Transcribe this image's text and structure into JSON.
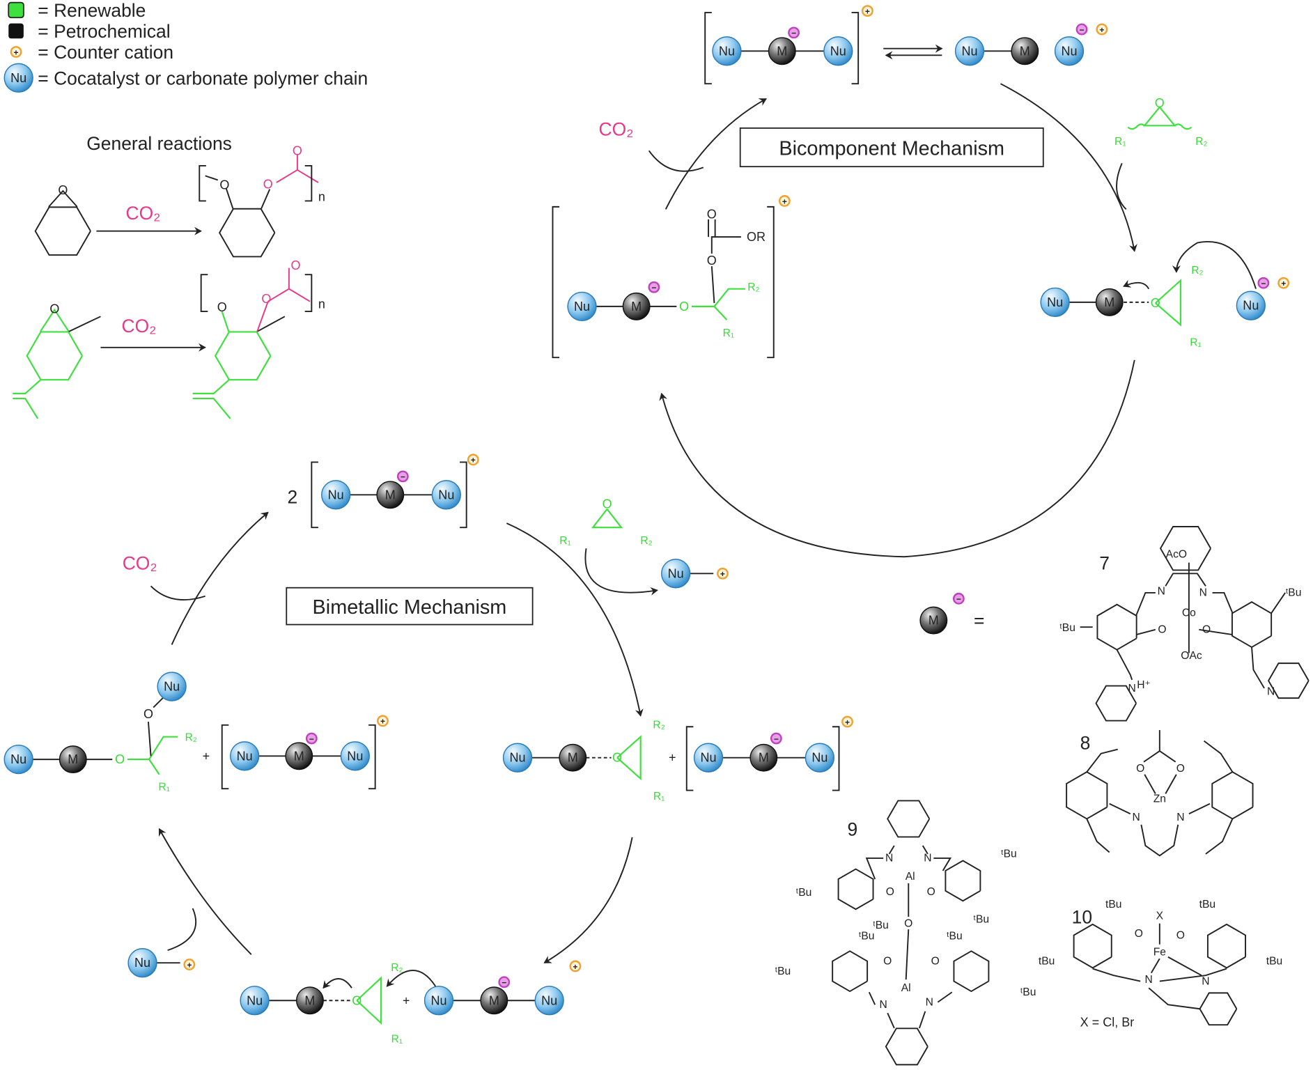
{
  "legend": {
    "renewable": "= Renewable",
    "petrochemical": "= Petrochemical",
    "counter_cation": "= Counter cation",
    "cocatalyst": "= Cocatalyst or carbonate polymer chain"
  },
  "colors": {
    "renewable": "#3ee03e",
    "petrochemical": "#111111",
    "counter_cation": "#f0a030",
    "anion_charge": "#c040c0",
    "co2_label": "#e8388a",
    "nu_ball": "#3a9ad9",
    "m_ball": "#222222"
  },
  "labels": {
    "nu": "Nu",
    "m": "M",
    "plus": "+",
    "minus": "−",
    "co2": "CO₂",
    "r1": "R₁",
    "r2": "R₂",
    "o": "O",
    "or": "OR",
    "n": "n",
    "two": "2",
    "equals": "="
  },
  "general_reactions": {
    "title": "General reactions"
  },
  "bicomponent": {
    "title": "Bicomponent Mechanism"
  },
  "bimetallic": {
    "title": "Bimetallic Mechanism"
  },
  "compounds": {
    "c7": {
      "number": "7",
      "atoms": [
        "AcO",
        "N",
        "N",
        "Co",
        "O",
        "O",
        "OAc",
        "ᵗBu",
        "ᵗBu",
        "N",
        "H⁺",
        "N"
      ]
    },
    "c8": {
      "number": "8",
      "atoms": [
        "O",
        "O",
        "Zn",
        "N",
        "N"
      ]
    },
    "c9": {
      "number": "9",
      "atoms": [
        "N",
        "N",
        "Al",
        "O",
        "O",
        "O",
        "Al",
        "O",
        "O",
        "N",
        "N",
        "ᵗBu",
        "ᵗBu",
        "ᵗBu",
        "ᵗBu",
        "ᵗBu",
        "ᵗBu",
        "ᵗBu",
        "ᵗBu"
      ]
    },
    "c10": {
      "number": "10",
      "atoms": [
        "X",
        "Fe",
        "O",
        "O",
        "N",
        "N",
        "tBu",
        "tBu",
        "tBu",
        "tBu"
      ],
      "note": "X = Cl, Br"
    }
  }
}
